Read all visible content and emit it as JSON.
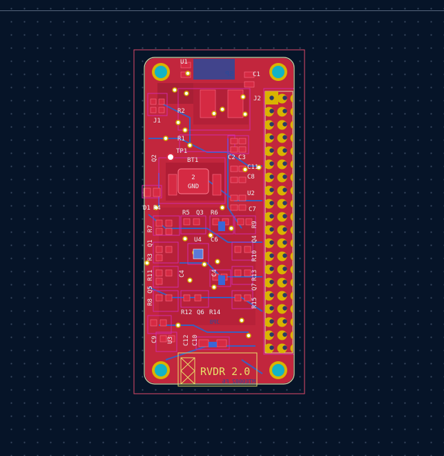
{
  "board": {
    "title": "RVDR 2.0",
    "mirrored_text": "MTE0002_F6",
    "silkscreen_sp": "SP",
    "jp_label": "JP8",
    "battery_pad": "2",
    "battery_gnd": "GND"
  },
  "designators": {
    "U1": "U1",
    "C1": "C1",
    "J2": "J2",
    "J1": "J1",
    "R2": "R2",
    "R1": "R1",
    "TP1": "TP1",
    "Q2": "Q2",
    "BT1": "BT1",
    "C2": "C2",
    "C3": "C3",
    "C11": "C11",
    "C8": "C8",
    "U2": "U2",
    "D1": "D1",
    "R4": "R4",
    "R5": "R5",
    "Q3": "Q3",
    "R6": "R6",
    "C7": "C7",
    "R7": "R7",
    "Q1": "Q1",
    "R9": "R9",
    "Q4": "Q4",
    "U4": "U4",
    "C6": "C6",
    "R3": "R3",
    "R10": "R10",
    "R11": "R11",
    "Q5": "Q5",
    "R13": "R13",
    "Q7": "Q7",
    "R8": "R8",
    "R15": "R15",
    "C4": "C4",
    "R12": "R12",
    "Q6": "Q6",
    "R14": "R14",
    "C9": "C9",
    "U3": "U3",
    "C12": "C12",
    "C10": "C10"
  },
  "colors": {
    "background": "#061428",
    "copper_front": "#c2263d",
    "copper_back": "#2a4a9a",
    "board_edge": "#e0dba8",
    "via": "#d4b000",
    "hole": "#13b3c6",
    "courtyard": "#d22aa8",
    "silkscreen": "#ffffff"
  }
}
